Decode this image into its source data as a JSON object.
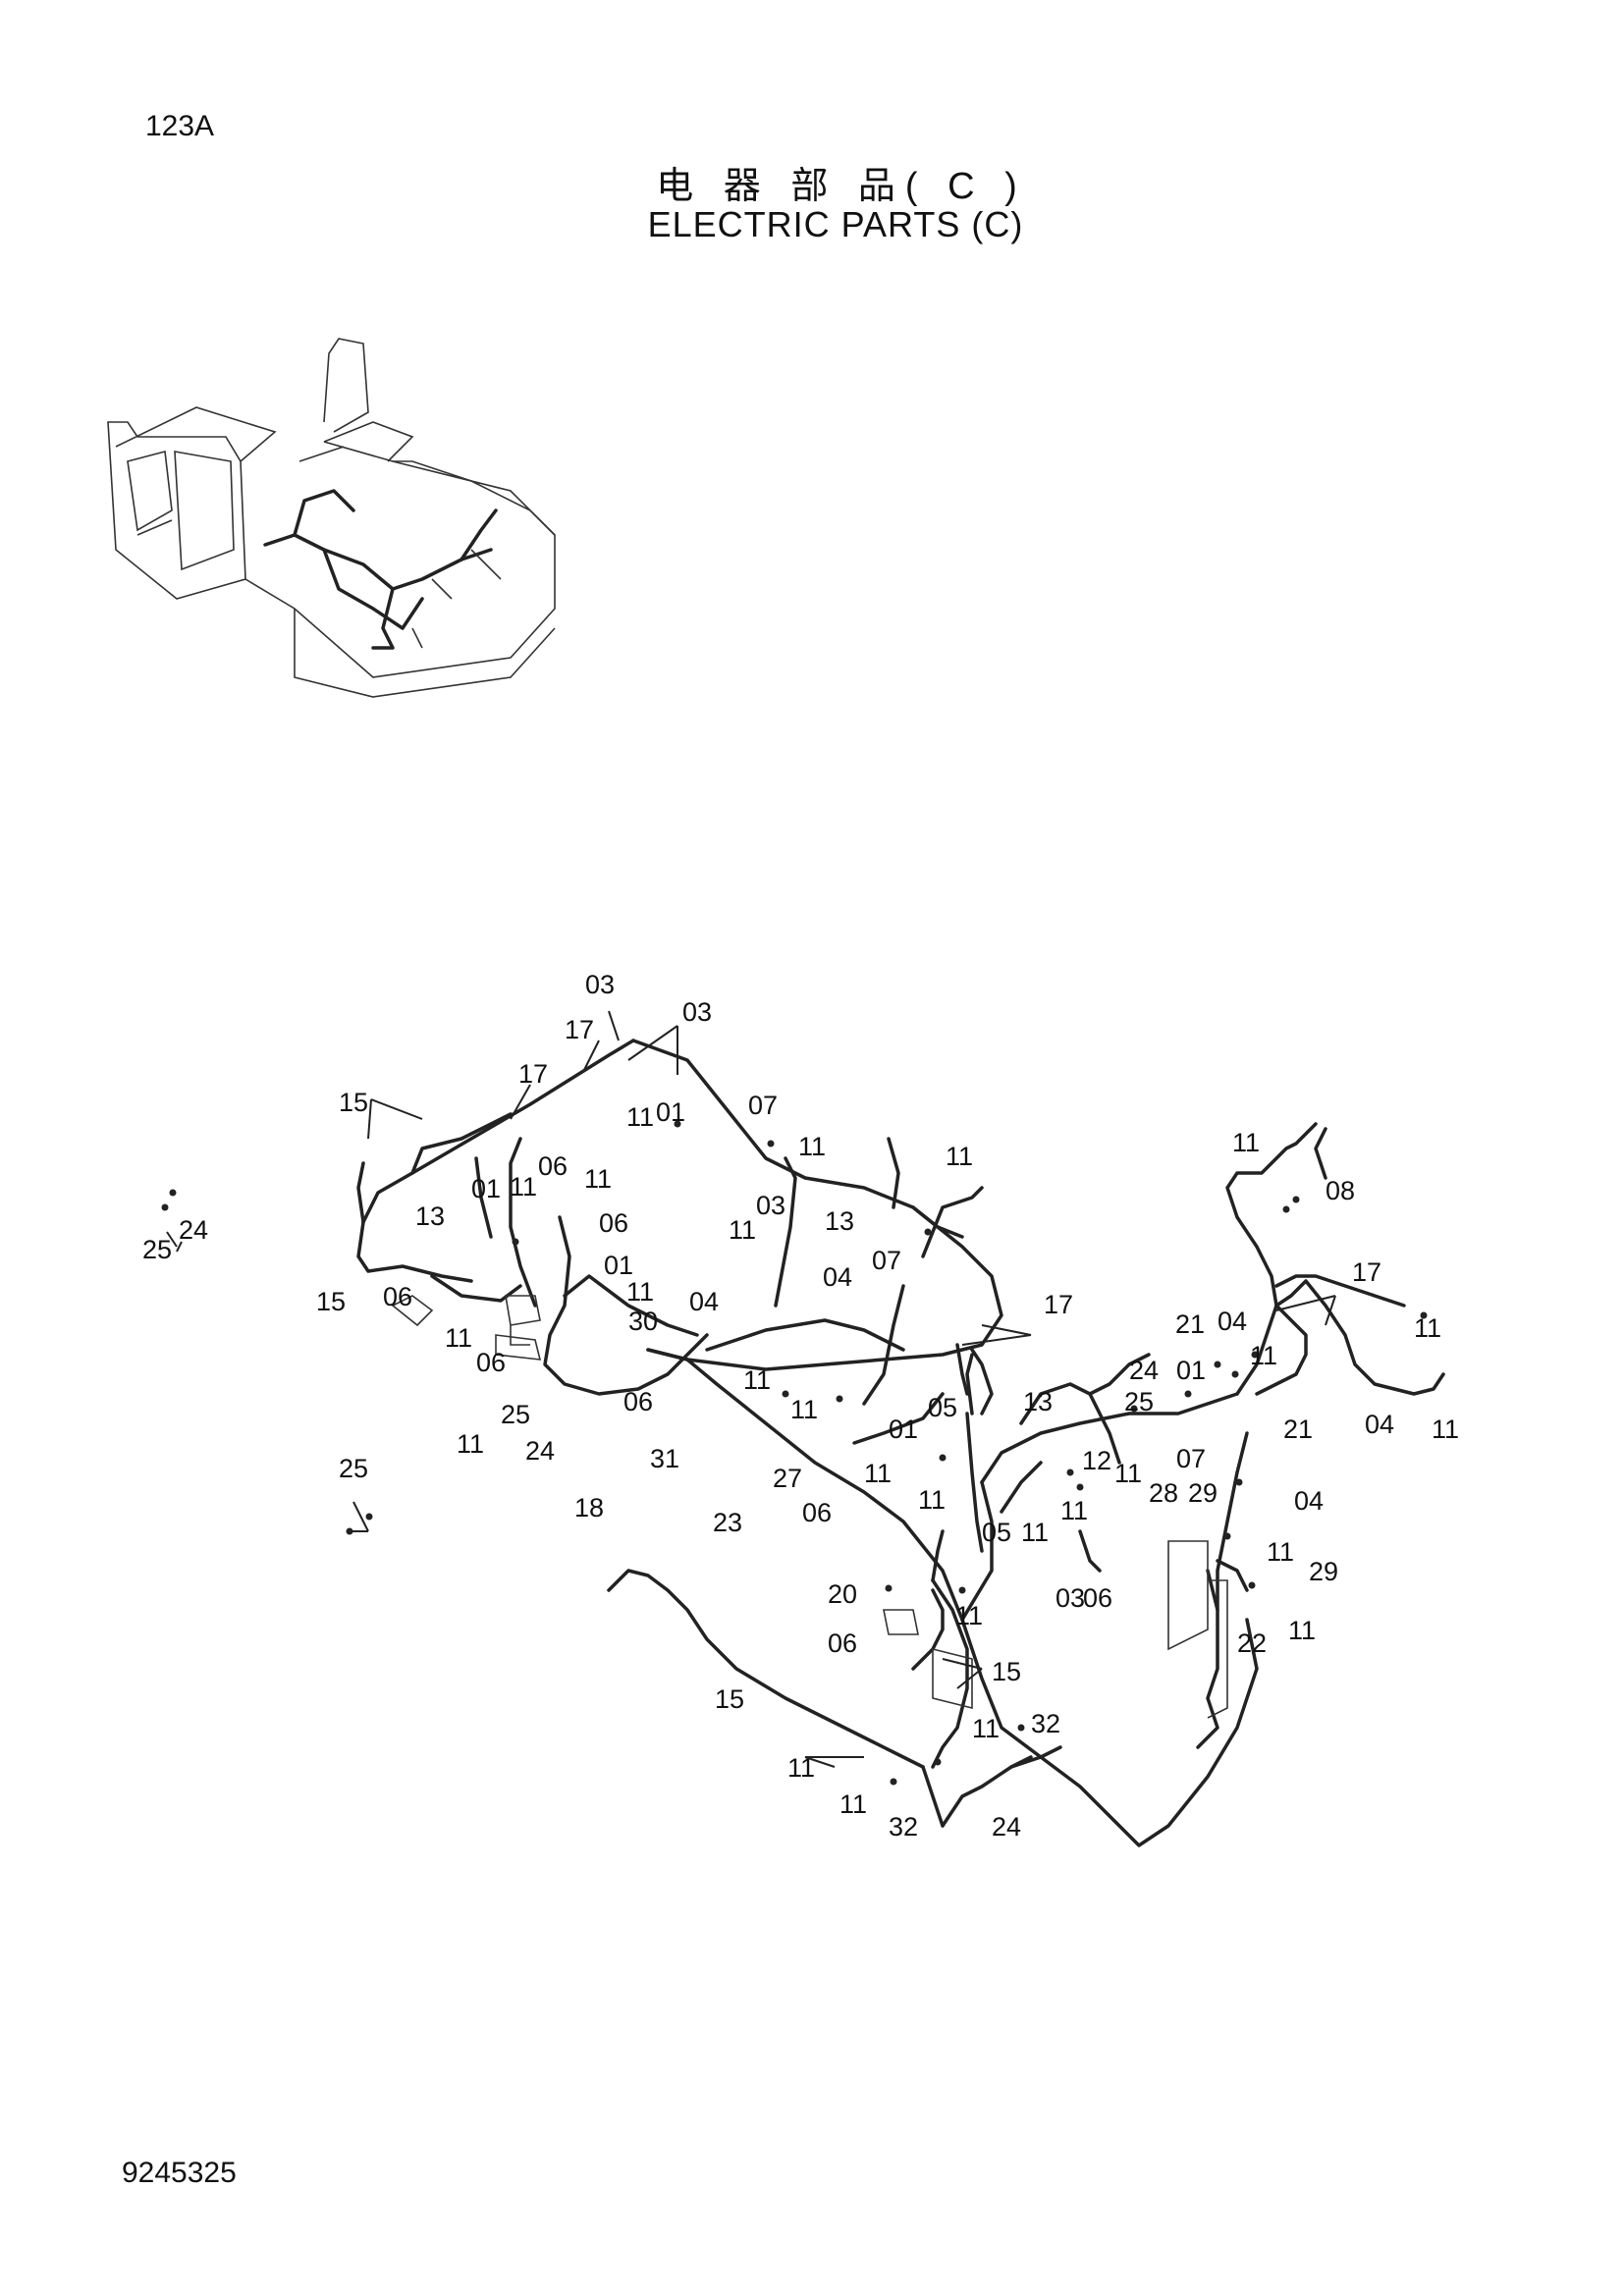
{
  "header": {
    "page_code": "123A",
    "title_cn": "电 器 部 品( C )",
    "title_en": "ELECTRIC PARTS (C)"
  },
  "footer": {
    "doc_number": "9245325"
  },
  "callouts": [
    "03",
    "03",
    "17",
    "17",
    "15",
    "11",
    "01",
    "06",
    "11",
    "13",
    "01",
    "11",
    "06",
    "15",
    "06",
    "01",
    "11",
    "30",
    "11",
    "06",
    "06",
    "11",
    "25",
    "24",
    "18",
    "31",
    "07",
    "11",
    "11",
    "07",
    "03",
    "13",
    "11",
    "04",
    "17",
    "04",
    "11",
    "11",
    "01",
    "27",
    "23",
    "06",
    "11",
    "05",
    "11",
    "13",
    "05",
    "11",
    "24",
    "25",
    "12",
    "11",
    "11",
    "01",
    "07",
    "11",
    "08",
    "17",
    "21",
    "04",
    "11",
    "11",
    "21",
    "04",
    "11",
    "28",
    "29",
    "04",
    "11",
    "29",
    "11",
    "22",
    "20",
    "06",
    "11",
    "06",
    "03",
    "15",
    "15",
    "11",
    "11",
    "11",
    "32",
    "32",
    "24",
    "25",
    "24",
    "25"
  ]
}
